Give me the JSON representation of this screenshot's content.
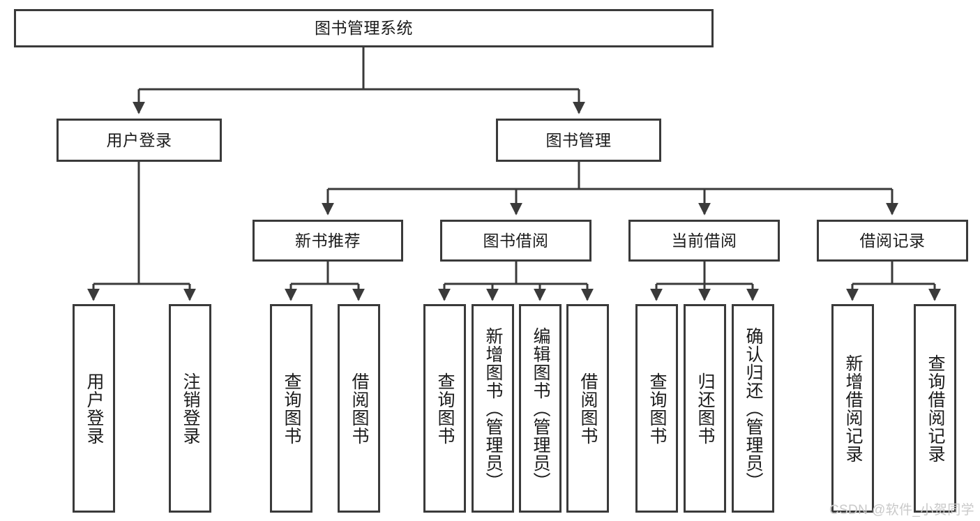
{
  "diagram": {
    "title": "图书管理系统",
    "type": "tree-hierarchy",
    "root": {
      "label": "图书管理系统"
    },
    "level2": [
      {
        "label": "用户登录"
      },
      {
        "label": "图书管理"
      }
    ],
    "level3": [
      {
        "label": "新书推荐"
      },
      {
        "label": "图书借阅"
      },
      {
        "label": "当前借阅"
      },
      {
        "label": "借阅记录"
      }
    ],
    "leaves": {
      "user_login": [
        {
          "label": "用户登录"
        },
        {
          "label": "注销登录"
        }
      ],
      "new_book_recommend": [
        {
          "label": "查询图书"
        },
        {
          "label": "借阅图书"
        }
      ],
      "book_borrow": [
        {
          "label": "查询图书"
        },
        {
          "label": "新增图书（管理员）"
        },
        {
          "label": "编辑图书（管理员）"
        },
        {
          "label": "借阅图书"
        }
      ],
      "current_borrow": [
        {
          "label": "查询图书"
        },
        {
          "label": "归还图书"
        },
        {
          "label": "确认归还（管理员）"
        }
      ],
      "borrow_record": [
        {
          "label": "新增借阅记录"
        },
        {
          "label": "查询借阅记录"
        }
      ]
    }
  },
  "watermark": {
    "text": "CSDN @软件_小贺同学"
  },
  "colors": {
    "stroke": "#3a3a3a",
    "text": "#1b1b1b",
    "background": "#ffffff",
    "watermark": "#c9c9c9"
  }
}
